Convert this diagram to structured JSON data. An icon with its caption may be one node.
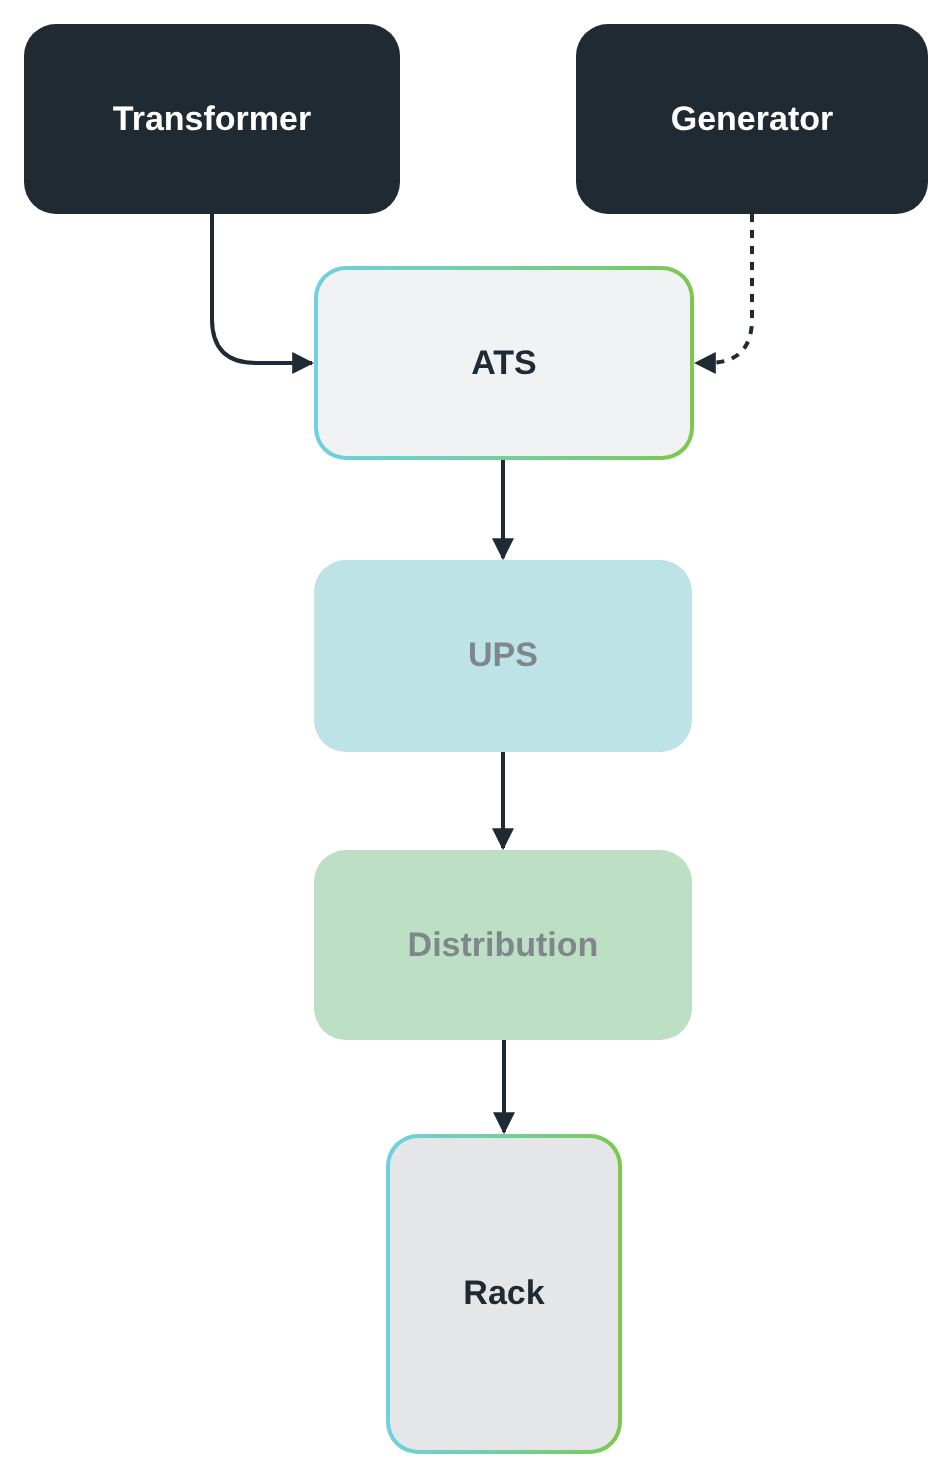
{
  "diagram": {
    "nodes": [
      {
        "text": [
          "Transformer"
        ]
      },
      {
        "text": [
          "Generator"
        ]
      },
      {
        "text": [
          "ATS"
        ]
      },
      {
        "text": [
          "UPS"
        ]
      },
      {
        "text": [
          "Distribution"
        ]
      },
      {
        "text": [
          "Rack"
        ]
      }
    ],
    "edges": [
      {
        "from": 0,
        "to": 2,
        "arrow": "to"
      },
      {
        "from": 1,
        "to": 2,
        "arrow": "to",
        "style": "dashed"
      },
      {
        "from": 2,
        "to": 3,
        "arrow": "to"
      },
      {
        "from": 3,
        "to": 4,
        "arrow": "to"
      },
      {
        "from": 4,
        "to": 5,
        "arrow": "to"
      }
    ]
  }
}
